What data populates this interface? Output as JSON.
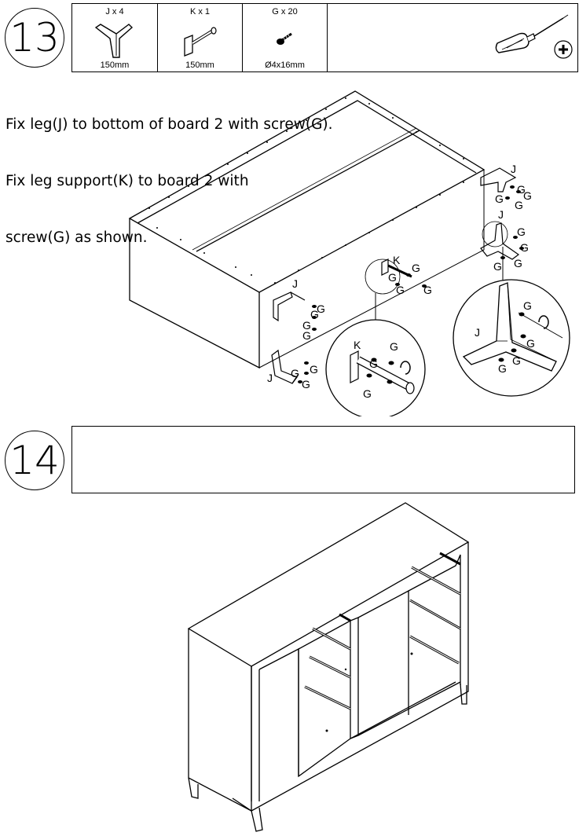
{
  "step13": {
    "number": "13",
    "parts": [
      {
        "head": "J x 4",
        "size": "150mm",
        "icon": "leg-icon"
      },
      {
        "head": "K x 1",
        "size": "150mm",
        "icon": "leg-support-icon"
      },
      {
        "head": "G x 20",
        "size": "Ø4x16mm",
        "icon": "screw-icon"
      }
    ],
    "tool": "screwdriver-icon",
    "instructions": [
      "Fix leg(J) to bottom of board 2 with screw(G).",
      "Fix leg support(K) to board 2 with",
      "screw(G) as shown."
    ],
    "labels": {
      "J": "J",
      "K": "K",
      "G": "G"
    }
  },
  "step14": {
    "number": "14"
  }
}
